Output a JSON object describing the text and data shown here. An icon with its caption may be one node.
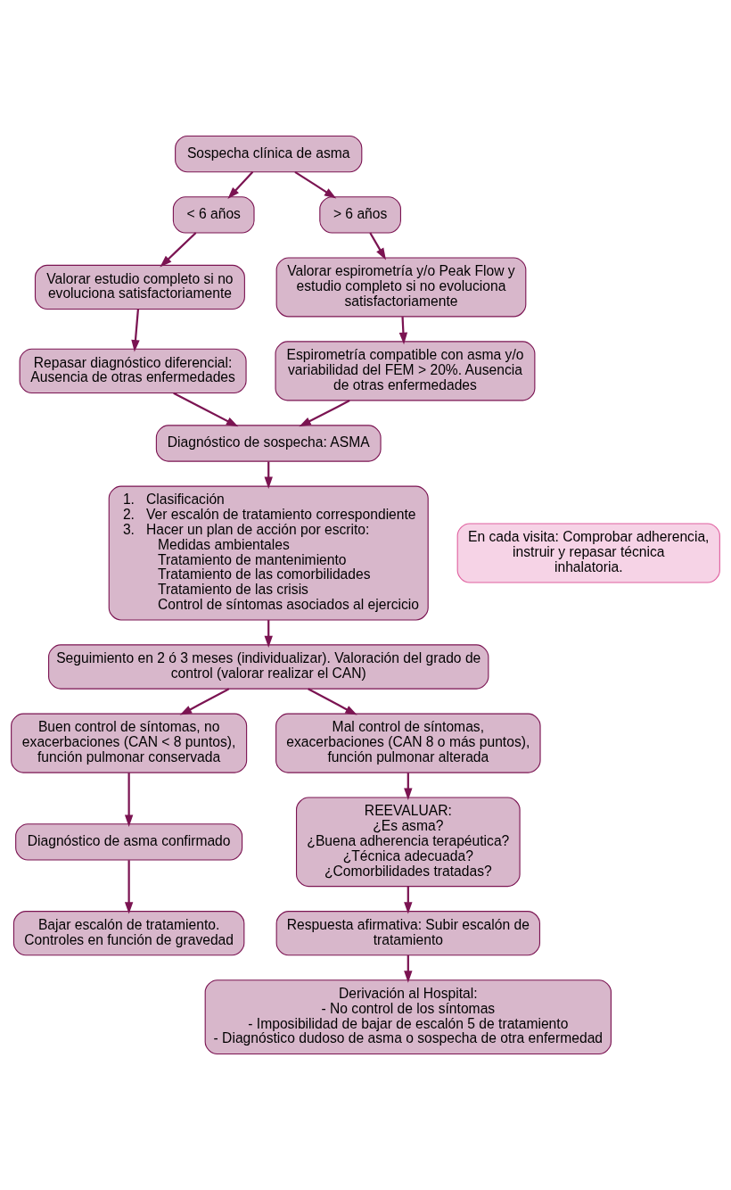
{
  "diagram": {
    "nodes": [
      {
        "text": [
          "Sospecha clínica de asma"
        ]
      },
      {
        "text": [
          "< 6 años"
        ]
      },
      {
        "text": [
          "> 6 años"
        ]
      },
      {
        "text": [
          "Valorar estudio completo si no evoluciona satisfactoriamente"
        ]
      },
      {
        "text": [
          "Valorar espirometría y/o Peak Flow y estudio completo si no evoluciona satisfactoriamente"
        ]
      },
      {
        "text": [
          "Repasar diagnóstico diferencial: Ausencia de otras enfermedades"
        ]
      },
      {
        "text": [
          "Espirometría compatible con asma y/o variabilidad del FEM > 20%. Ausencia de otras enfermedades"
        ]
      },
      {
        "text": [
          "Diagnóstico de sospecha: ASMA"
        ]
      },
      {
        "text": [
          "1.",
          "Clasificación",
          "2.",
          "Ver escalón de tratamiento correspondiente",
          "3.",
          "Hacer un plan de acción por escrito:",
          "Medidas ambientales",
          "Tratamiento de mantenimiento",
          "Tratamiento de las comorbilidades",
          "Tratamiento de las crisis",
          "Control de síntomas asociados al ejercicio"
        ]
      },
      {
        "text": [
          "En cada visita: Comprobar adherencia, instruir y repasar técnica inhalatoria."
        ]
      },
      {
        "text": [
          "Seguimiento en 2 ó 3 meses (individualizar). Valoración del grado de control (valorar realizar el CAN)"
        ]
      },
      {
        "text": [
          "Buen control de síntomas, no exacerbaciones (CAN < 8 puntos), función pulmonar conservada"
        ]
      },
      {
        "text": [
          "Mal control de síntomas, exacerbaciones (CAN 8 o más puntos), función pulmonar alterada"
        ]
      },
      {
        "text": [
          "Diagnóstico de asma confirmado"
        ]
      },
      {
        "text": [
          "REEVALUAR:",
          "¿Es asma?",
          "¿Buena adherencia terapéutica?",
          "¿Técnica adecuada?",
          "¿Comorbilidades tratadas?"
        ]
      },
      {
        "text": [
          "Bajar escalón de tratamiento. Controles en función de gravedad"
        ]
      },
      {
        "text": [
          "Respuesta afirmativa: Subir escalón de tratamiento"
        ]
      },
      {
        "text": [
          "Derivación al Hospital:",
          "- No control de los síntomas",
          "- Imposibilidad de bajar de escalón 5 de tratamiento",
          "- Diagnóstico dudoso de asma o sospecha de otra enfermedad"
        ]
      }
    ],
    "edges": [
      {
        "from": 0,
        "to": 1,
        "arrow": "to"
      },
      {
        "from": 0,
        "to": 2,
        "arrow": "to"
      },
      {
        "from": 1,
        "to": 3,
        "arrow": "to"
      },
      {
        "from": 2,
        "to": 4,
        "arrow": "to"
      },
      {
        "from": 3,
        "to": 5,
        "arrow": "to"
      },
      {
        "from": 4,
        "to": 6,
        "arrow": "to"
      },
      {
        "from": 5,
        "to": 7,
        "arrow": "to"
      },
      {
        "from": 6,
        "to": 7,
        "arrow": "to"
      },
      {
        "from": 7,
        "to": 8,
        "arrow": "to"
      },
      {
        "from": 8,
        "to": 10,
        "arrow": "to"
      },
      {
        "from": 10,
        "to": 11,
        "arrow": "to"
      },
      {
        "from": 10,
        "to": 12,
        "arrow": "to"
      },
      {
        "from": 11,
        "to": 13,
        "arrow": "to"
      },
      {
        "from": 13,
        "to": 15,
        "arrow": "to"
      },
      {
        "from": 12,
        "to": 14,
        "arrow": "to"
      },
      {
        "from": 14,
        "to": 16,
        "arrow": "to"
      },
      {
        "from": 16,
        "to": 17,
        "arrow": "to"
      }
    ]
  }
}
